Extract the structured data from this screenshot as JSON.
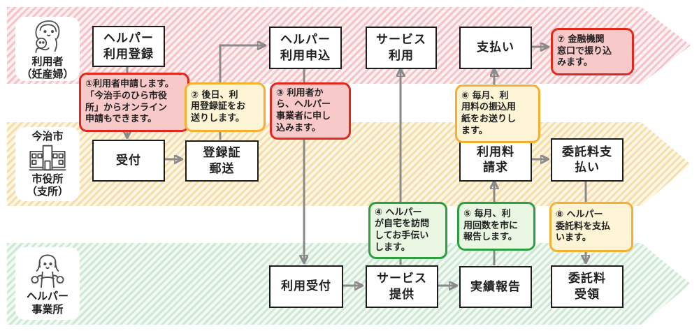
{
  "diagram": {
    "lanes": [
      {
        "id": "user",
        "label": "利用者\n（妊産婦）"
      },
      {
        "id": "city",
        "top_label": "今治市",
        "label": "市役所\n（支所）"
      },
      {
        "id": "helper",
        "label": "ヘルパー\n事業所"
      }
    ],
    "boxes": [
      {
        "id": "helper-registration",
        "label": "ヘルパー\n利用登録"
      },
      {
        "id": "helper-application",
        "label": "ヘルパー\n利用申込"
      },
      {
        "id": "service-use",
        "label": "サービス\n利用"
      },
      {
        "id": "payment",
        "label": "支払い"
      },
      {
        "id": "reception",
        "label": "受付"
      },
      {
        "id": "certificate-mailing",
        "label": "登録証\n郵送"
      },
      {
        "id": "usage-fee-billing",
        "label": "利用料\n請求"
      },
      {
        "id": "commission-payment",
        "label": "委託料支\n払い"
      },
      {
        "id": "use-reception",
        "label": "利用受付"
      },
      {
        "id": "service-provision",
        "label": "サービス\n提供"
      },
      {
        "id": "performance-report",
        "label": "実績報告"
      },
      {
        "id": "commission-receipt",
        "label": "委託料\n受領"
      }
    ],
    "callouts": [
      {
        "n": 1,
        "color": "red",
        "text": "①利用者申請します。\n「今治手のひら市役\n所」からオンライン\n申請もできます。"
      },
      {
        "n": 2,
        "color": "yellow",
        "text": "② 後日、利\n用登録証をお\n送りします。"
      },
      {
        "n": 3,
        "color": "red",
        "text": "③ 利用者か\nら、ヘルパー\n事業者に申し\n込みます。"
      },
      {
        "n": 4,
        "color": "green",
        "text": "④ ヘルパー\nが自宅を訪問\nしてお手伝い\nします。"
      },
      {
        "n": 5,
        "color": "green",
        "text": "⑤ 毎月、利\n用回数を市に\n報告します。"
      },
      {
        "n": 6,
        "color": "yellow",
        "text": "⑥ 毎月、利\n用料の振込用\n紙をお送りし\nます。"
      },
      {
        "n": 7,
        "color": "red",
        "text": "⑦ 金融機関\n窓口で振り込\nみます。"
      },
      {
        "n": 8,
        "color": "yellow",
        "text": "⑧ ヘルパー\n委託料を支払\nいます。"
      }
    ],
    "colors": {
      "band-pink-stripe": "#f5c2c7",
      "band-pink-bg": "#fdf1f1",
      "band-yellow-stripe": "#f7ddab",
      "band-yellow-bg": "#fdf7e6",
      "band-green-stripe": "#cfe8d5",
      "band-green-bg": "#f2faf3",
      "callout-red-border": "#e0281e",
      "callout-red-fill": "#f8c9c9",
      "callout-yellow-border": "#f2b133",
      "callout-yellow-fill": "#fdf4d6",
      "callout-green-border": "#2f9e41",
      "callout-green-fill": "#e8f6e2",
      "arrow": "#8a8a8a",
      "box-border": "#1c1c1c"
    }
  }
}
